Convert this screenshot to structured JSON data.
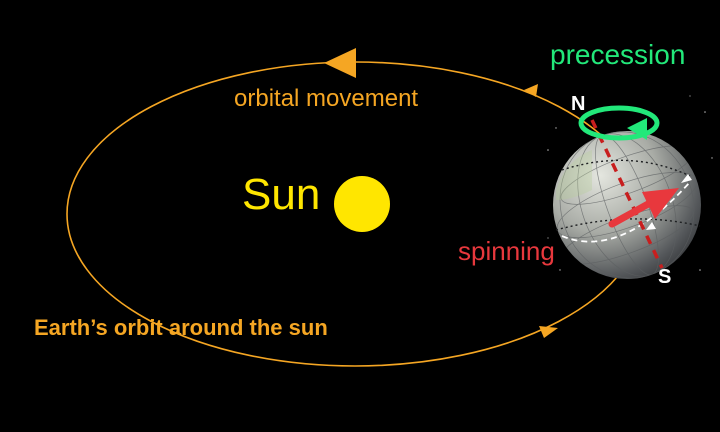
{
  "labels": {
    "sun": "Sun",
    "orbital_movement": "orbital movement",
    "precession": "precession",
    "spinning": "spinning",
    "orbit_caption": "Earth’s orbit around the sun",
    "north_pole": "N",
    "south_pole": "S"
  },
  "colors": {
    "background": "#000000",
    "orbit": "#f5a623",
    "sun": "#ffe600",
    "sun_label": "#ffe600",
    "precession": "#22e87a",
    "spin": "#e8383d",
    "pole_label": "#ffffff",
    "earth_shadow": "#3a3d40",
    "earth_lit": "#c9ccc4"
  },
  "icons": {
    "sun": "yellow-disc",
    "earth": "shaded-globe",
    "precession": "green-ring-arrow",
    "spin": "red-arrow"
  }
}
